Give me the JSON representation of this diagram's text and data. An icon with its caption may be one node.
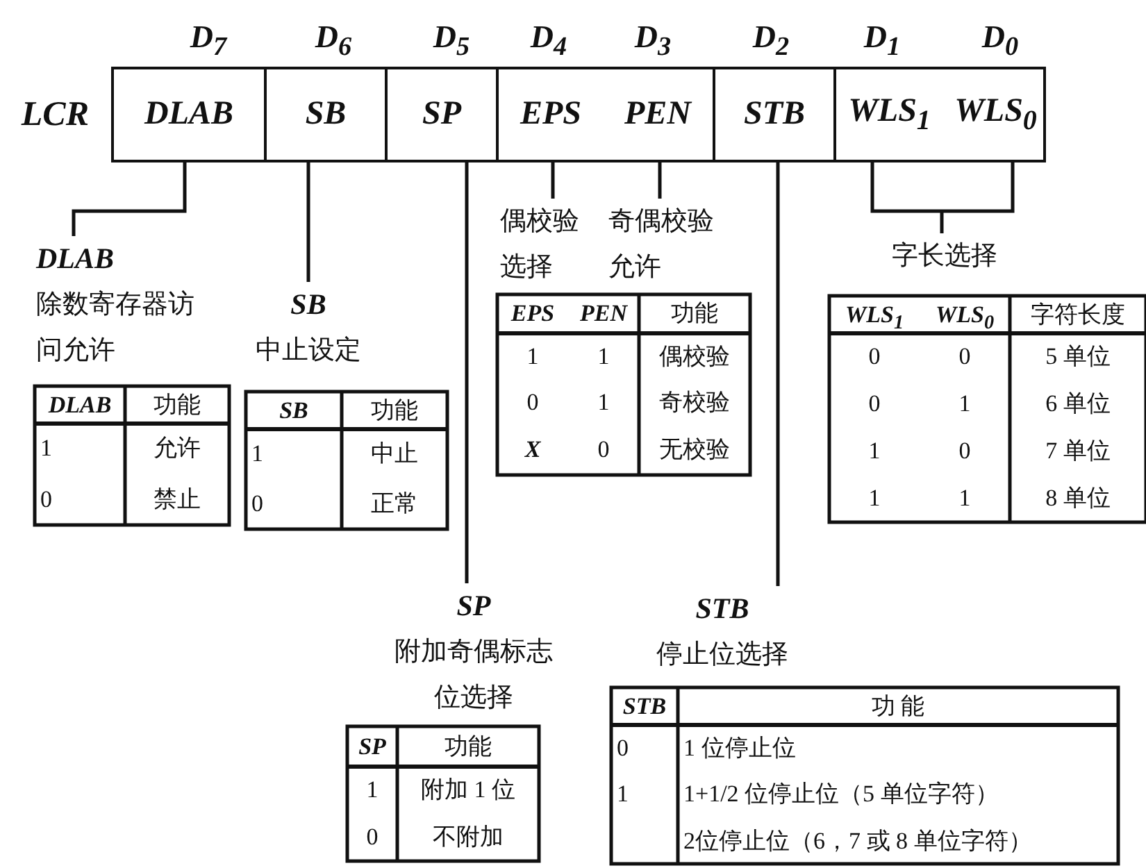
{
  "diagram": {
    "nodes": [
      {
        "text": [
          "LCR"
        ]
      },
      {
        "text": [
          "DLAB"
        ],
        "in": 0
      },
      {
        "text": [
          "SB"
        ],
        "in": 0
      },
      {
        "text": [
          "SP"
        ],
        "in": 0
      },
      {
        "text": [
          "EPS",
          "PEN"
        ],
        "in": 0
      },
      {
        "text": [
          "STB"
        ],
        "in": 0
      },
      {
        "text": [
          "WLS$_{1}$",
          "WLS$_{0}$"
        ],
        "in": 0
      },
      {
        "text": [
          "DLAB",
          "除数寄存器访问允许"
        ]
      },
      {
        "text": [
          "SB",
          "中止设定"
        ]
      },
      {
        "text": [
          "SP",
          "附加奇偶标志位选择"
        ]
      },
      {
        "text": [
          "偶校验选择"
        ]
      },
      {
        "text": [
          "奇偶校验允许"
        ]
      },
      {
        "text": [
          "STB",
          "停止位选择"
        ]
      },
      {
        "text": [
          "字长选择"
        ]
      }
    ],
    "edges": [
      {
        "from": 1,
        "to": 7,
        "arrow": "none"
      },
      {
        "from": 2,
        "to": 8,
        "arrow": "none"
      },
      {
        "from": 3,
        "to": 9,
        "arrow": "none"
      },
      {
        "from": 4,
        "to": 10,
        "arrow": "none"
      },
      {
        "from": 4,
        "to": 11,
        "arrow": "none"
      },
      {
        "from": 5,
        "to": 12,
        "arrow": "none"
      },
      {
        "from": 6,
        "to": 13,
        "arrow": "none"
      }
    ],
    "labels": [
      "D$_{7}$",
      "D$_{6}$",
      "D$_{5}$",
      "D$_{4}$",
      "D$_{3}$",
      "D$_{2}$",
      "D$_{1}$",
      "D$_{0}$",
      "DLAB",
      "功能",
      "1",
      "允许",
      "0",
      "禁止",
      "SB",
      "功能",
      "1",
      "中止",
      "0",
      "正常",
      "EPS",
      "PEN",
      "功能",
      "1",
      "1",
      "偶校验",
      "0",
      "1",
      "奇校验",
      "X",
      "0",
      "无校验",
      "WLS$_{1}$",
      "WLS$_{0}$",
      "字符长度",
      "0",
      "0",
      "5 单位",
      "0",
      "1",
      "6 单位",
      "1",
      "0",
      "7 单位",
      "1",
      "1",
      "8 单位",
      "SP",
      "功能",
      "1",
      "附加 1 位",
      "0",
      "不附加",
      "STB",
      "功 能",
      "0",
      "1 位停止位",
      "1",
      "1+1/2 位停止位（5 单位字符）",
      "2位停止位（6，7 或 8 单位字符）"
    ]
  }
}
